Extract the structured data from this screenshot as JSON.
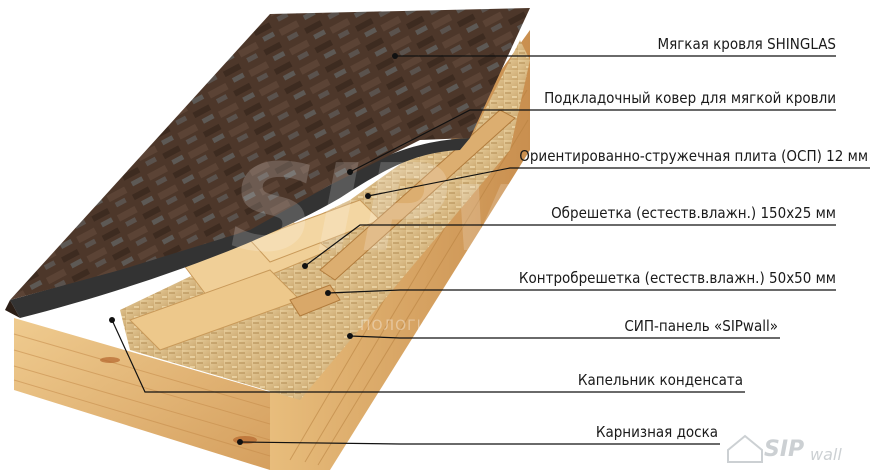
{
  "labels": [
    {
      "id": "shingles",
      "text": "Мягкая кровля SHINGLAS"
    },
    {
      "id": "underlay",
      "text": "Подкладочный ковер для мягкой кровли"
    },
    {
      "id": "osb",
      "text": "Ориентированно-стружечная плита (ОСП) 12 мм"
    },
    {
      "id": "battens",
      "text": "Обрешетка (естеств.влажн.) 150х25 мм"
    },
    {
      "id": "counter_battens",
      "text": "Контробрешетка (естеств.влажн.) 50х50 мм"
    },
    {
      "id": "sip_panel",
      "text": "СИП-панель «SIPwall»"
    },
    {
      "id": "drip",
      "text": "Капельник конденсата"
    },
    {
      "id": "fascia",
      "text": "Карнизная доска"
    }
  ],
  "watermark": {
    "logo": "SIPwall",
    "tagline": "ПОЛОГИЧНОЕ МАЛОЭТАЖНОЕ ДОМОСТРОЕНИЕ",
    "tagline_suffix": "РО",
    "corner_logo_sip": "SIP",
    "corner_logo_wall": "wall"
  },
  "colors": {
    "shingle": "#4a3528",
    "underlay": "#3a3a3a",
    "osb": "#d8b880",
    "wood": "#e2b87a",
    "leader": "#111111"
  }
}
